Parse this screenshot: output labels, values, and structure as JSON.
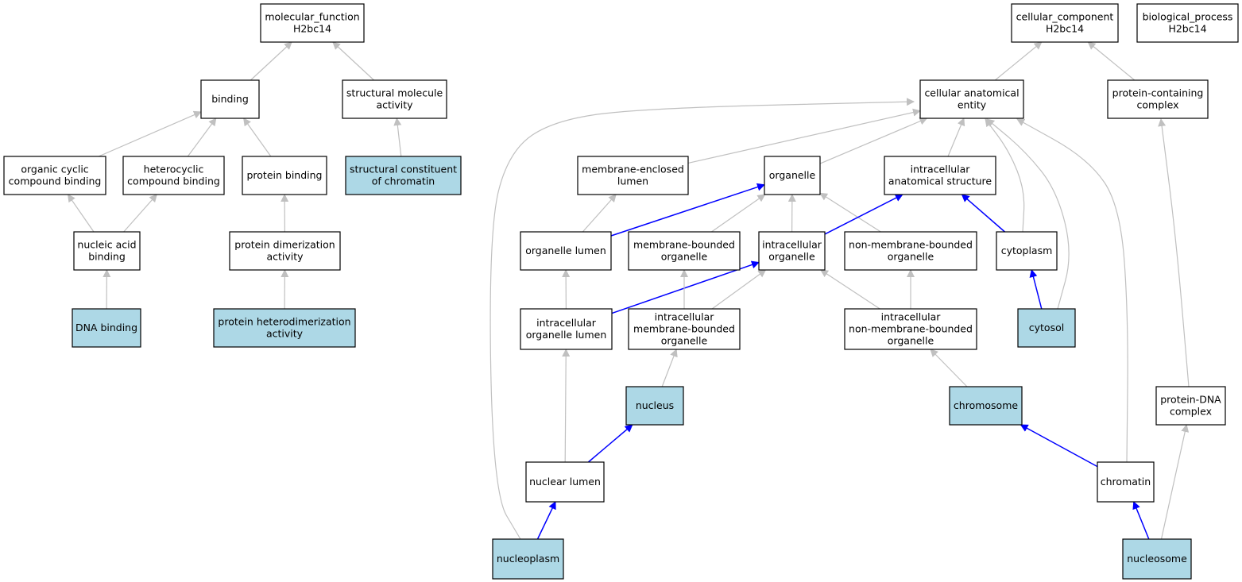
{
  "colors": {
    "highlight_fill": "#add8e6",
    "default_fill": "#ffffff",
    "edge_gray": "#c0c0c0",
    "edge_blue": "#0000ff"
  },
  "nodes": [
    {
      "id": "molecular_function",
      "lines": [
        "molecular_function",
        "H2bc14"
      ],
      "highlight": false
    },
    {
      "id": "binding",
      "lines": [
        "binding"
      ],
      "highlight": false
    },
    {
      "id": "structural_molecule_activity",
      "lines": [
        "structural molecule",
        "activity"
      ],
      "highlight": false
    },
    {
      "id": "organic_cyclic_compound_binding",
      "lines": [
        "organic cyclic",
        "compound binding"
      ],
      "highlight": false
    },
    {
      "id": "heterocyclic_compound_binding",
      "lines": [
        "heterocyclic",
        "compound binding"
      ],
      "highlight": false
    },
    {
      "id": "protein_binding",
      "lines": [
        "protein binding"
      ],
      "highlight": false
    },
    {
      "id": "structural_constituent_of_chromatin",
      "lines": [
        "structural constituent",
        "of chromatin"
      ],
      "highlight": true
    },
    {
      "id": "nucleic_acid_binding",
      "lines": [
        "nucleic acid",
        "binding"
      ],
      "highlight": false
    },
    {
      "id": "protein_dimerization_activity",
      "lines": [
        "protein dimerization",
        "activity"
      ],
      "highlight": false
    },
    {
      "id": "dna_binding",
      "lines": [
        "DNA binding"
      ],
      "highlight": true
    },
    {
      "id": "protein_heterodimerization_activity",
      "lines": [
        "protein heterodimerization",
        "activity"
      ],
      "highlight": true
    },
    {
      "id": "cellular_component",
      "lines": [
        "cellular_component",
        "H2bc14"
      ],
      "highlight": false
    },
    {
      "id": "biological_process",
      "lines": [
        "biological_process",
        "H2bc14"
      ],
      "highlight": false
    },
    {
      "id": "cellular_anatomical_entity",
      "lines": [
        "cellular anatomical",
        "entity"
      ],
      "highlight": false
    },
    {
      "id": "protein_containing_complex",
      "lines": [
        "protein-containing",
        "complex"
      ],
      "highlight": false
    },
    {
      "id": "membrane_enclosed_lumen",
      "lines": [
        "membrane-enclosed",
        "lumen"
      ],
      "highlight": false
    },
    {
      "id": "organelle",
      "lines": [
        "organelle"
      ],
      "highlight": false
    },
    {
      "id": "intracellular_anatomical_structure",
      "lines": [
        "intracellular",
        "anatomical structure"
      ],
      "highlight": false
    },
    {
      "id": "organelle_lumen",
      "lines": [
        "organelle lumen"
      ],
      "highlight": false
    },
    {
      "id": "membrane_bounded_organelle",
      "lines": [
        "membrane-bounded",
        "organelle"
      ],
      "highlight": false
    },
    {
      "id": "intracellular_organelle",
      "lines": [
        "intracellular",
        "organelle"
      ],
      "highlight": false
    },
    {
      "id": "non_membrane_bounded_organelle",
      "lines": [
        "non-membrane-bounded",
        "organelle"
      ],
      "highlight": false
    },
    {
      "id": "cytoplasm",
      "lines": [
        "cytoplasm"
      ],
      "highlight": false
    },
    {
      "id": "intracellular_organelle_lumen",
      "lines": [
        "intracellular",
        "organelle lumen"
      ],
      "highlight": false
    },
    {
      "id": "intracellular_membrane_bounded_organelle",
      "lines": [
        "intracellular",
        "membrane-bounded",
        "organelle"
      ],
      "highlight": false
    },
    {
      "id": "intracellular_non_membrane_bounded_organelle",
      "lines": [
        "intracellular",
        "non-membrane-bounded",
        "organelle"
      ],
      "highlight": false
    },
    {
      "id": "cytosol",
      "lines": [
        "cytosol"
      ],
      "highlight": true
    },
    {
      "id": "nucleus",
      "lines": [
        "nucleus"
      ],
      "highlight": true
    },
    {
      "id": "chromosome",
      "lines": [
        "chromosome"
      ],
      "highlight": true
    },
    {
      "id": "protein_dna_complex",
      "lines": [
        "protein-DNA",
        "complex"
      ],
      "highlight": false
    },
    {
      "id": "nuclear_lumen",
      "lines": [
        "nuclear lumen"
      ],
      "highlight": false
    },
    {
      "id": "chromatin",
      "lines": [
        "chromatin"
      ],
      "highlight": false
    },
    {
      "id": "nucleoplasm",
      "lines": [
        "nucleoplasm"
      ],
      "highlight": true
    },
    {
      "id": "nucleosome",
      "lines": [
        "nucleosome"
      ],
      "highlight": true
    }
  ],
  "edges": [
    {
      "from": "binding",
      "to": "molecular_function",
      "kind": "gray"
    },
    {
      "from": "structural_molecule_activity",
      "to": "molecular_function",
      "kind": "gray"
    },
    {
      "from": "organic_cyclic_compound_binding",
      "to": "binding",
      "kind": "gray"
    },
    {
      "from": "heterocyclic_compound_binding",
      "to": "binding",
      "kind": "gray"
    },
    {
      "from": "protein_binding",
      "to": "binding",
      "kind": "gray"
    },
    {
      "from": "structural_constituent_of_chromatin",
      "to": "structural_molecule_activity",
      "kind": "gray"
    },
    {
      "from": "nucleic_acid_binding",
      "to": "organic_cyclic_compound_binding",
      "kind": "gray"
    },
    {
      "from": "nucleic_acid_binding",
      "to": "heterocyclic_compound_binding",
      "kind": "gray"
    },
    {
      "from": "protein_dimerization_activity",
      "to": "protein_binding",
      "kind": "gray"
    },
    {
      "from": "dna_binding",
      "to": "nucleic_acid_binding",
      "kind": "gray"
    },
    {
      "from": "protein_heterodimerization_activity",
      "to": "protein_dimerization_activity",
      "kind": "gray"
    },
    {
      "from": "cellular_anatomical_entity",
      "to": "cellular_component",
      "kind": "gray"
    },
    {
      "from": "protein_containing_complex",
      "to": "cellular_component",
      "kind": "gray"
    },
    {
      "from": "membrane_enclosed_lumen",
      "to": "cellular_anatomical_entity",
      "kind": "gray"
    },
    {
      "from": "organelle",
      "to": "cellular_anatomical_entity",
      "kind": "gray"
    },
    {
      "from": "intracellular_anatomical_structure",
      "to": "cellular_anatomical_entity",
      "kind": "gray"
    },
    {
      "from": "cytoplasm",
      "to": "cellular_anatomical_entity",
      "kind": "gray"
    },
    {
      "from": "cytosol",
      "to": "cellular_anatomical_entity",
      "kind": "gray"
    },
    {
      "from": "chromatin",
      "to": "cellular_anatomical_entity",
      "kind": "gray"
    },
    {
      "from": "nucleoplasm",
      "to": "cellular_anatomical_entity",
      "kind": "gray"
    },
    {
      "from": "organelle_lumen",
      "to": "membrane_enclosed_lumen",
      "kind": "gray"
    },
    {
      "from": "organelle_lumen",
      "to": "organelle",
      "kind": "blue"
    },
    {
      "from": "membrane_bounded_organelle",
      "to": "organelle",
      "kind": "gray"
    },
    {
      "from": "intracellular_organelle",
      "to": "organelle",
      "kind": "gray"
    },
    {
      "from": "non_membrane_bounded_organelle",
      "to": "organelle",
      "kind": "gray"
    },
    {
      "from": "intracellular_organelle",
      "to": "intracellular_anatomical_structure",
      "kind": "blue"
    },
    {
      "from": "cytoplasm",
      "to": "intracellular_anatomical_structure",
      "kind": "blue"
    },
    {
      "from": "cytosol",
      "to": "cytoplasm",
      "kind": "blue"
    },
    {
      "from": "intracellular_organelle_lumen",
      "to": "organelle_lumen",
      "kind": "gray"
    },
    {
      "from": "intracellular_organelle_lumen",
      "to": "intracellular_organelle",
      "kind": "blue"
    },
    {
      "from": "intracellular_membrane_bounded_organelle",
      "to": "membrane_bounded_organelle",
      "kind": "gray"
    },
    {
      "from": "intracellular_membrane_bounded_organelle",
      "to": "intracellular_organelle",
      "kind": "gray"
    },
    {
      "from": "intracellular_non_membrane_bounded_organelle",
      "to": "intracellular_organelle",
      "kind": "gray"
    },
    {
      "from": "intracellular_non_membrane_bounded_organelle",
      "to": "non_membrane_bounded_organelle",
      "kind": "gray"
    },
    {
      "from": "nucleus",
      "to": "intracellular_membrane_bounded_organelle",
      "kind": "gray"
    },
    {
      "from": "chromosome",
      "to": "intracellular_non_membrane_bounded_organelle",
      "kind": "gray"
    },
    {
      "from": "nuclear_lumen",
      "to": "intracellular_organelle_lumen",
      "kind": "gray"
    },
    {
      "from": "nuclear_lumen",
      "to": "nucleus",
      "kind": "blue"
    },
    {
      "from": "nucleoplasm",
      "to": "nuclear_lumen",
      "kind": "blue"
    },
    {
      "from": "chromatin",
      "to": "chromosome",
      "kind": "blue"
    },
    {
      "from": "nucleosome",
      "to": "chromatin",
      "kind": "blue"
    },
    {
      "from": "nucleosome",
      "to": "protein_dna_complex",
      "kind": "gray"
    },
    {
      "from": "protein_dna_complex",
      "to": "protein_containing_complex",
      "kind": "gray"
    }
  ]
}
